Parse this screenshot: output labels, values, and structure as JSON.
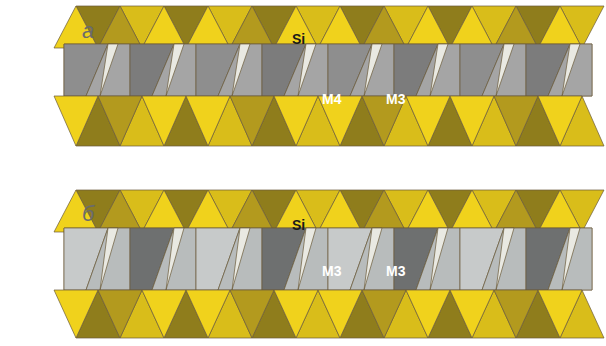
{
  "diagram": {
    "labels": [
      "а",
      "Si",
      "M4",
      "M3",
      "б",
      "Si",
      "M3",
      "M3"
    ]
  }
}
